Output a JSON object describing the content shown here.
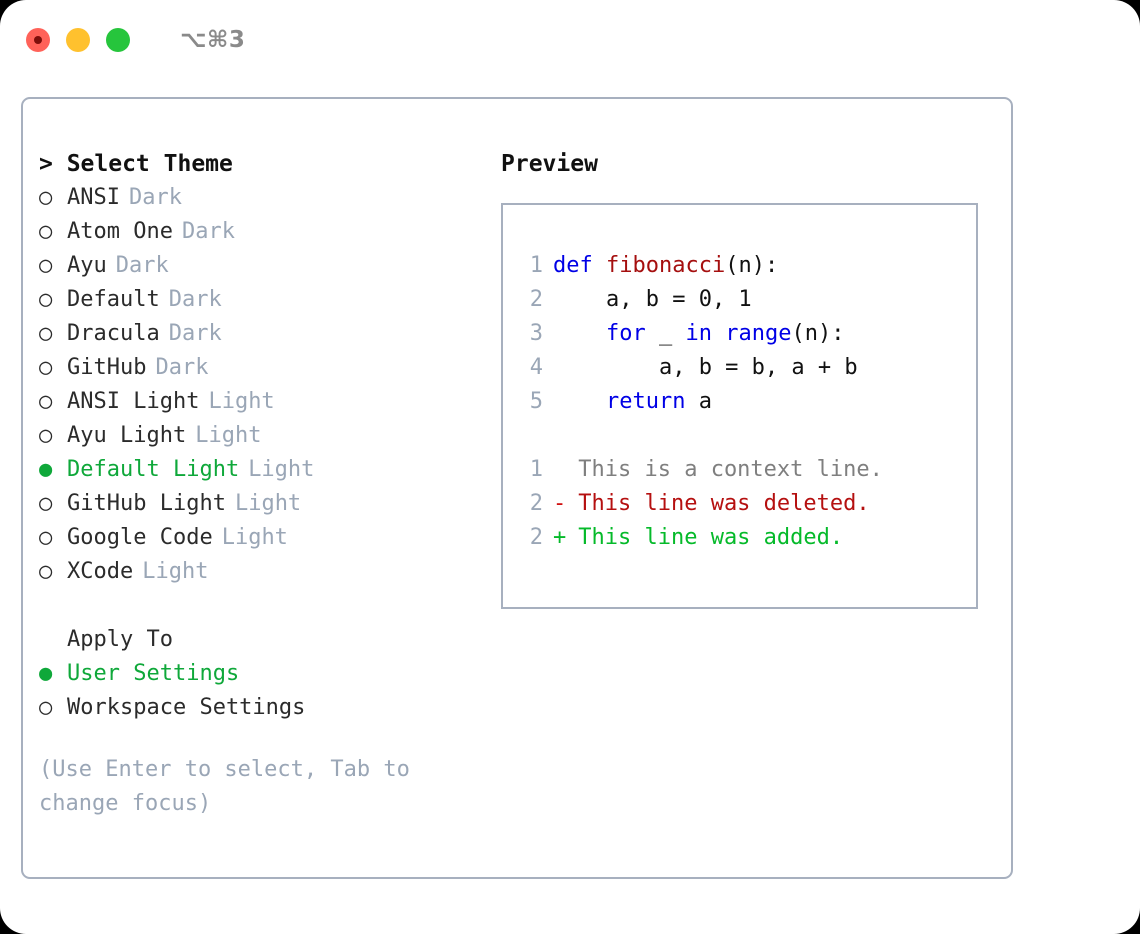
{
  "window": {
    "shortcut_label": "⌥⌘3",
    "traffic_lights": [
      {
        "name": "close",
        "color": "#ff6259"
      },
      {
        "name": "minimize",
        "color": "#ffc12e"
      },
      {
        "name": "maximize",
        "color": "#26c53c"
      }
    ]
  },
  "theme_picker": {
    "header": "> Select Theme",
    "bullet_unselected": "○",
    "bullet_selected": "●",
    "items": [
      {
        "label": "ANSI",
        "tag": "Dark",
        "selected": false
      },
      {
        "label": "Atom One",
        "tag": "Dark",
        "selected": false
      },
      {
        "label": "Ayu",
        "tag": "Dark",
        "selected": false
      },
      {
        "label": "Default",
        "tag": "Dark",
        "selected": false
      },
      {
        "label": "Dracula",
        "tag": "Dark",
        "selected": false
      },
      {
        "label": "GitHub",
        "tag": "Dark",
        "selected": false
      },
      {
        "label": "ANSI Light",
        "tag": "Light",
        "selected": false
      },
      {
        "label": "Ayu Light",
        "tag": "Light",
        "selected": false
      },
      {
        "label": "Default Light",
        "tag": "Light",
        "selected": true
      },
      {
        "label": "GitHub Light",
        "tag": "Light",
        "selected": false
      },
      {
        "label": "Google Code",
        "tag": "Light",
        "selected": false
      },
      {
        "label": "XCode",
        "tag": "Light",
        "selected": false
      }
    ]
  },
  "apply_to": {
    "header": "Apply To",
    "items": [
      {
        "label": "User Settings",
        "selected": true
      },
      {
        "label": "Workspace Settings",
        "selected": false
      }
    ]
  },
  "hint": "(Use Enter to select, Tab to change focus)",
  "preview": {
    "title": "Preview",
    "code_lines": [
      {
        "num": "1",
        "tokens": [
          {
            "text": "def ",
            "kind": "kw"
          },
          {
            "text": "fibonacci",
            "kind": "fn"
          },
          {
            "text": "(n):",
            "kind": "plain"
          }
        ]
      },
      {
        "num": "2",
        "tokens": [
          {
            "text": "    a, b = 0, 1",
            "kind": "plain"
          }
        ]
      },
      {
        "num": "3",
        "tokens": [
          {
            "text": "    ",
            "kind": "plain"
          },
          {
            "text": "for",
            "kind": "kw"
          },
          {
            "text": " _ ",
            "kind": "plain"
          },
          {
            "text": "in",
            "kind": "kw"
          },
          {
            "text": " ",
            "kind": "plain"
          },
          {
            "text": "range",
            "kind": "kw"
          },
          {
            "text": "(n):",
            "kind": "plain"
          }
        ]
      },
      {
        "num": "4",
        "tokens": [
          {
            "text": "        a, b = b, a + b",
            "kind": "plain"
          }
        ]
      },
      {
        "num": "5",
        "tokens": [
          {
            "text": "    ",
            "kind": "plain"
          },
          {
            "text": "return",
            "kind": "kw"
          },
          {
            "text": " a",
            "kind": "plain"
          }
        ]
      }
    ],
    "diff_lines": [
      {
        "num": "1",
        "marker": " ",
        "marker_kind": "ctx",
        "text": " This is a context line.",
        "kind": "ctx"
      },
      {
        "num": "2",
        "marker": "-",
        "marker_kind": "del",
        "text": " This line was deleted.",
        "kind": "del"
      },
      {
        "num": "2",
        "marker": "+",
        "marker_kind": "add",
        "text": " This line was added.",
        "kind": "add"
      }
    ]
  },
  "colors": {
    "accent_green": "#0fa83a",
    "muted_grey": "#9aa6b6",
    "border": "#a7b0bf",
    "keyword_blue": "#0000e6",
    "function_red": "#a50f0f",
    "diff_delete": "#b51010",
    "diff_add": "#05ba2a",
    "text": "#2b2b2b"
  }
}
